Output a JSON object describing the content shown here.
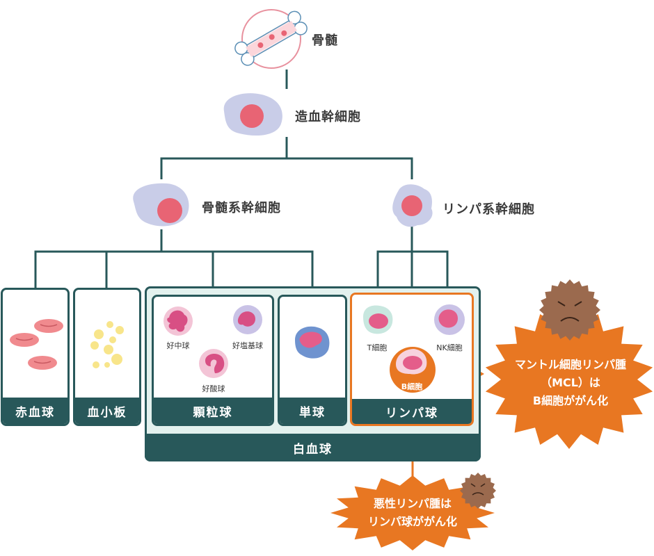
{
  "nodes": {
    "bone_marrow": "骨髄",
    "hematopoietic_stem_cell": "造血幹細胞",
    "myeloid_stem_cell": "骨髄系幹細胞",
    "lymphoid_stem_cell": "リンパ系幹細胞"
  },
  "categories": {
    "rbc": "赤血球",
    "platelet": "血小板",
    "granulocyte": "顆粒球",
    "monocyte": "単球",
    "lymphocyte": "リンパ球",
    "wbc": "白血球"
  },
  "granulocytes": {
    "neutrophil": "好中球",
    "basophil": "好塩基球",
    "eosinophil": "好酸球"
  },
  "lymphocytes": {
    "t_cell": "T細胞",
    "nk_cell": "NK細胞",
    "b_cell": "B細胞"
  },
  "callouts": {
    "mcl_line1": "マントル細胞リンパ腫",
    "mcl_line2": "（MCL）は",
    "mcl_line3": "B細胞ががん化",
    "lymphoma_line1": "悪性リンパ腫は",
    "lymphoma_line2": "リンパ球ががん化"
  },
  "colors": {
    "dark_teal": "#28585a",
    "orange": "#e87722",
    "cell_body": "#c9cde8",
    "nucleus": "#e86474",
    "cancer_cell": "#9b6a4e"
  }
}
